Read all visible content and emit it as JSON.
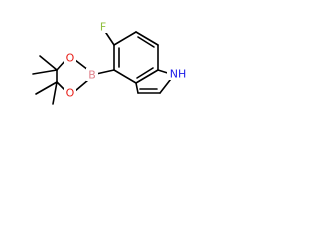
{
  "molecule": {
    "atoms": {
      "fluorine": {
        "label": "F",
        "color": "#8fbf3f"
      },
      "boron": {
        "label": "B",
        "color": "#e0828c"
      },
      "oxygen_top": {
        "label": "O",
        "color": "#e8201a"
      },
      "oxygen_bottom": {
        "label": "O",
        "color": "#e8201a"
      },
      "nitrogen": {
        "label": "NH",
        "color": "#1a1ae8"
      }
    }
  }
}
